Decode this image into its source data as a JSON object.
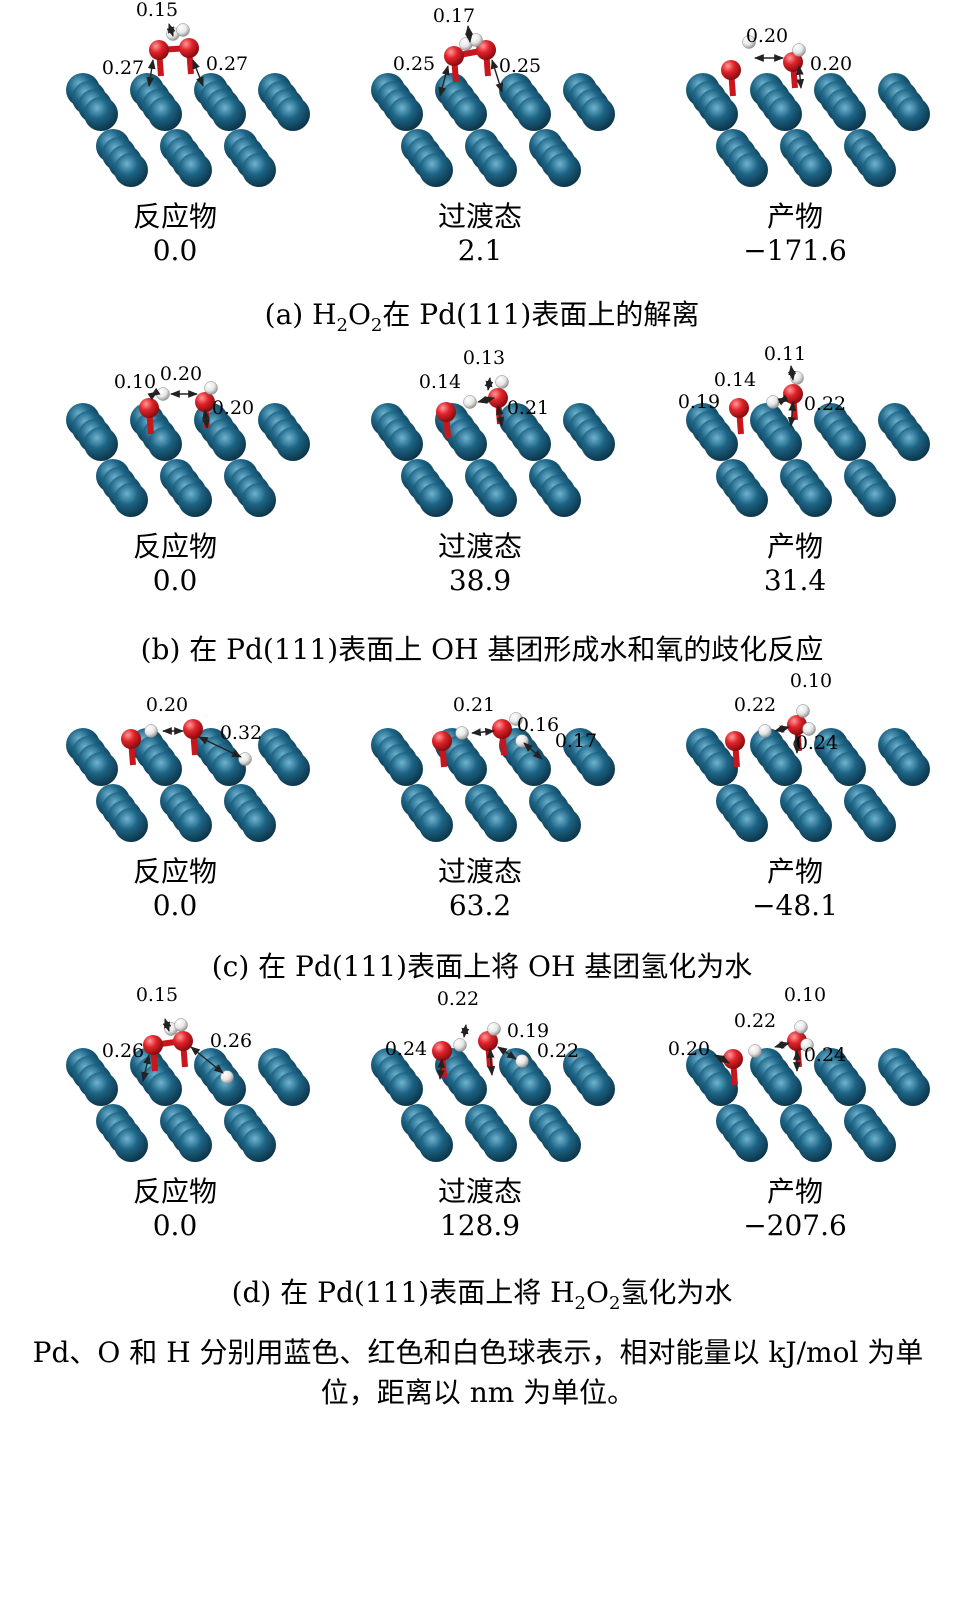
{
  "colors": {
    "pd_atom": "#1d6485",
    "o_atom": "#e0242b",
    "h_atom": "#f2f2f2",
    "arrow": "#222222",
    "text": "#1a1a1a"
  },
  "panels": [
    {
      "caption": {
        "pre": "(a) H",
        "sub1": "2",
        "mid": "O",
        "sub2": "2",
        "post": "在 Pd(111)表面上的解离"
      },
      "states": [
        {
          "label": "反应物",
          "energy": "0.0",
          "distances": [
            "0.15",
            "0.27",
            "0.27"
          ]
        },
        {
          "label": "过渡态",
          "energy": "2.1",
          "distances": [
            "0.17",
            "0.25",
            "0.25"
          ]
        },
        {
          "label": "产物",
          "energy": "−171.6",
          "distances": [
            "0.20",
            "0.20"
          ]
        }
      ]
    },
    {
      "caption": {
        "text": "(b) 在 Pd(111)表面上 OH 基团形成水和氧的歧化反应"
      },
      "states": [
        {
          "label": "反应物",
          "energy": "0.0",
          "distances": [
            "0.10",
            "0.20",
            "0.20"
          ]
        },
        {
          "label": "过渡态",
          "energy": "38.9",
          "distances": [
            "0.14",
            "0.13",
            "0.21"
          ]
        },
        {
          "label": "产物",
          "energy": "31.4",
          "distances": [
            "0.11",
            "0.14",
            "0.19",
            "0.22"
          ]
        }
      ]
    },
    {
      "caption": {
        "text": "(c) 在 Pd(111)表面上将 OH 基团氢化为水"
      },
      "states": [
        {
          "label": "反应物",
          "energy": "0.0",
          "distances": [
            "0.20",
            "0.32"
          ]
        },
        {
          "label": "过渡态",
          "energy": "63.2",
          "distances": [
            "0.21",
            "0.16",
            "0.17"
          ]
        },
        {
          "label": "产物",
          "energy": "−48.1",
          "distances": [
            "0.10",
            "0.22",
            "0.24"
          ]
        }
      ]
    },
    {
      "caption": {
        "pre": "(d) 在 Pd(111)表面上将 H",
        "sub1": "2",
        "mid": "O",
        "sub2": "2",
        "post": "氢化为水"
      },
      "states": [
        {
          "label": "反应物",
          "energy": "0.0",
          "distances": [
            "0.15",
            "0.26",
            "0.26"
          ]
        },
        {
          "label": "过渡态",
          "energy": "128.9",
          "distances": [
            "0.22",
            "0.24",
            "0.19",
            "0.22"
          ]
        },
        {
          "label": "产物",
          "energy": "−207.6",
          "distances": [
            "0.10",
            "0.22",
            "0.20",
            "0.24"
          ]
        }
      ]
    }
  ],
  "footnote": {
    "line1": "Pd、O 和 H 分别用蓝色、红色和白色球表示，相对能量以 kJ/mol 为单",
    "line2": "位，距离以 nm 为单位。"
  }
}
